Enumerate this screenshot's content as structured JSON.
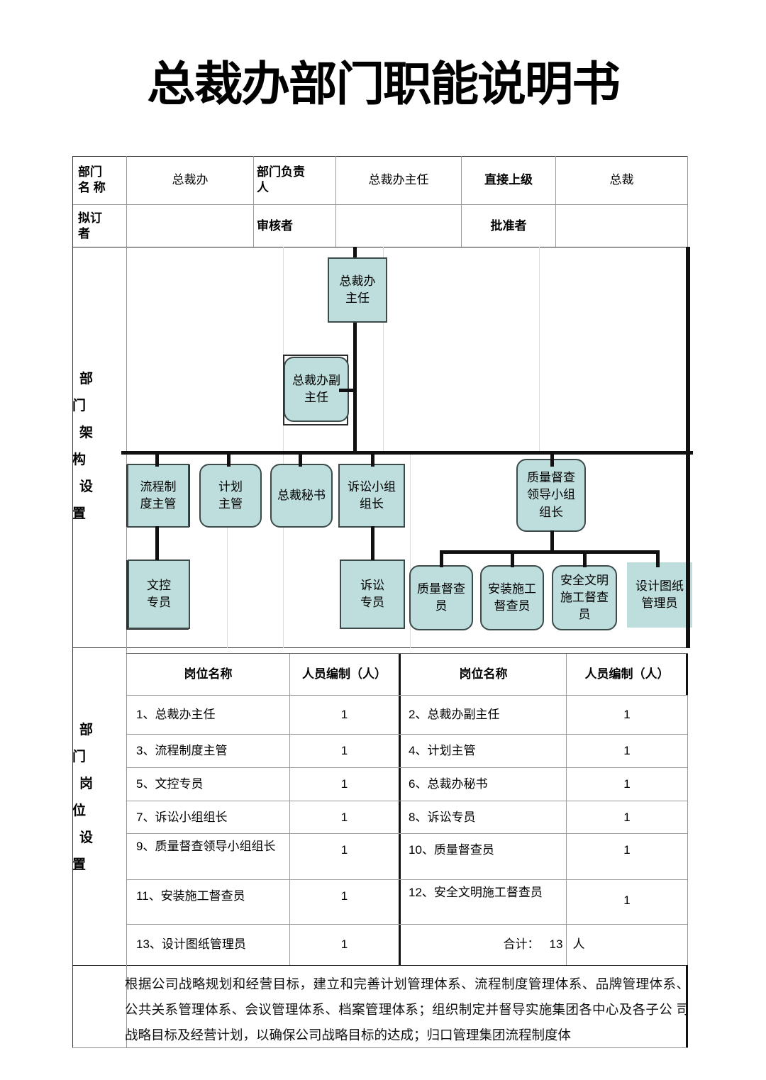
{
  "title": "总裁办部门职能说明书",
  "header": {
    "row1": {
      "label_dept_name": "部门\n名 称",
      "dept_name": "总裁办",
      "label_dept_head": "部门负责\n人",
      "dept_head": "总裁办主任",
      "label_direct_superior": "直接上级",
      "direct_superior": "总裁"
    },
    "row2": {
      "label_drafter": "拟订\n者",
      "drafter": "",
      "label_reviewer": "审核者",
      "reviewer": "",
      "label_approver": "批准者",
      "approver": ""
    }
  },
  "structure_section": {
    "side_label_lines": [
      "部 门",
      "架 构",
      "设 置"
    ],
    "nodes": [
      {
        "id": "director",
        "label": "总裁办\n主任"
      },
      {
        "id": "deputy-director",
        "label": "总裁办副\n主任"
      },
      {
        "id": "process-mgr",
        "label": "流程制\n度主管"
      },
      {
        "id": "plan-mgr",
        "label": "计划\n主管"
      },
      {
        "id": "secretary",
        "label": "总裁秘书"
      },
      {
        "id": "litigation-lead",
        "label": "诉讼小组\n组长"
      },
      {
        "id": "quality-lead",
        "label": "质量督查\n领导小组\n组长"
      },
      {
        "id": "doc-control",
        "label": "文控\n专员"
      },
      {
        "id": "litigation-spec",
        "label": "诉讼\n专员"
      },
      {
        "id": "quality-insp",
        "label": "质量督查\n员"
      },
      {
        "id": "install-insp",
        "label": "安装施工\n督查员"
      },
      {
        "id": "safety-insp",
        "label": "安全文明\n施工督查\n员"
      },
      {
        "id": "drawing-admin",
        "label": "设计图纸\n管理员"
      }
    ],
    "node_fill_color": "#bedddd",
    "connector_color": "#111111"
  },
  "positions_section": {
    "side_label_lines": [
      "部 门",
      "岗 位",
      "设 置"
    ],
    "columns": [
      "岗位名称",
      "人员编制（人）",
      "岗位名称",
      "人员编制（人）"
    ],
    "rows": [
      {
        "left_name": "1、总裁办主任",
        "left_count": "1",
        "right_name": "2、总裁办副主任",
        "right_count": "1"
      },
      {
        "left_name": "3、流程制度主管",
        "left_count": "1",
        "right_name": "4、计划主管",
        "right_count": "1"
      },
      {
        "left_name": "5、文控专员",
        "left_count": "1",
        "right_name": "6、总裁办秘书",
        "right_count": "1"
      },
      {
        "left_name": "7、诉讼小组组长",
        "left_count": "1",
        "right_name": "8、诉讼专员",
        "right_count": "1"
      },
      {
        "left_name": "9、质量督查领导小组组长",
        "left_count": "1",
        "right_name": "10、质量督查员",
        "right_count": "1"
      },
      {
        "left_name": "11、安装施工督查员",
        "left_count": "1",
        "right_name": "12、安全文明施工督查员",
        "right_count": "1"
      }
    ],
    "last_row": {
      "left_name": "13、设计图纸管理员",
      "left_count": "1",
      "total_label": "合计：",
      "total_value": "13",
      "total_unit": "人"
    }
  },
  "duty_section": {
    "text": "根据公司战略规划和经营目标，建立和完善计划管理体系、流程制度管理体系、品牌管理体系、 公共关系管理体系、会议管理体系、档案管理体系；组织制定并督导实施集团各中心及各子公 司战略目标及经营计划，以确保公司战略目标的达成；归口管理集团流程制度体"
  }
}
